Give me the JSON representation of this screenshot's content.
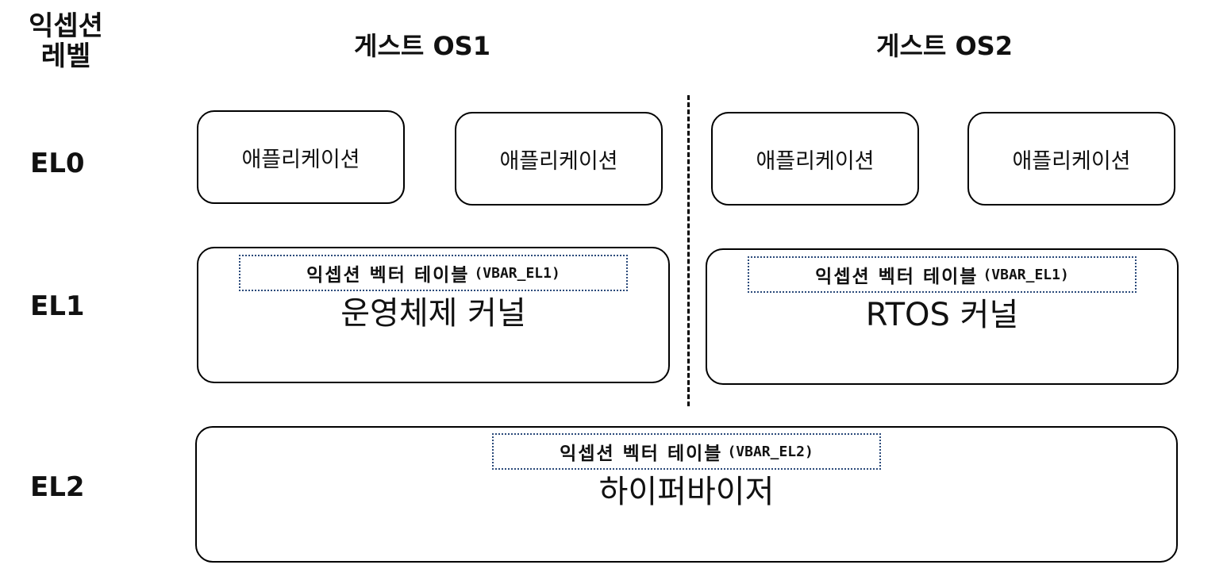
{
  "header": {
    "exception_level_line1": "익셉션",
    "exception_level_line2": "레벨"
  },
  "levels": [
    "EL0",
    "EL1",
    "EL2"
  ],
  "guests": [
    {
      "title": "게스트 OS1",
      "applications": [
        "애플리케이션",
        "애플리케이션"
      ],
      "kernel": "운영체제 커널",
      "vector_table": "익셉션 벡터 테이블",
      "vector_register": "(VBAR_EL1)"
    },
    {
      "title": "게스트 OS2",
      "applications": [
        "애플리케이션",
        "애플리케이션"
      ],
      "kernel": "RTOS 커널",
      "vector_table": "익셉션 벡터 테이블",
      "vector_register": "(VBAR_EL1)"
    }
  ],
  "hypervisor": {
    "name": "하이퍼바이저",
    "vector_table": "익셉션 벡터 테이블",
    "vector_register": "(VBAR_EL2)"
  },
  "colors": {
    "border": "#000000",
    "vector_table_border": "#2b4a7a"
  }
}
